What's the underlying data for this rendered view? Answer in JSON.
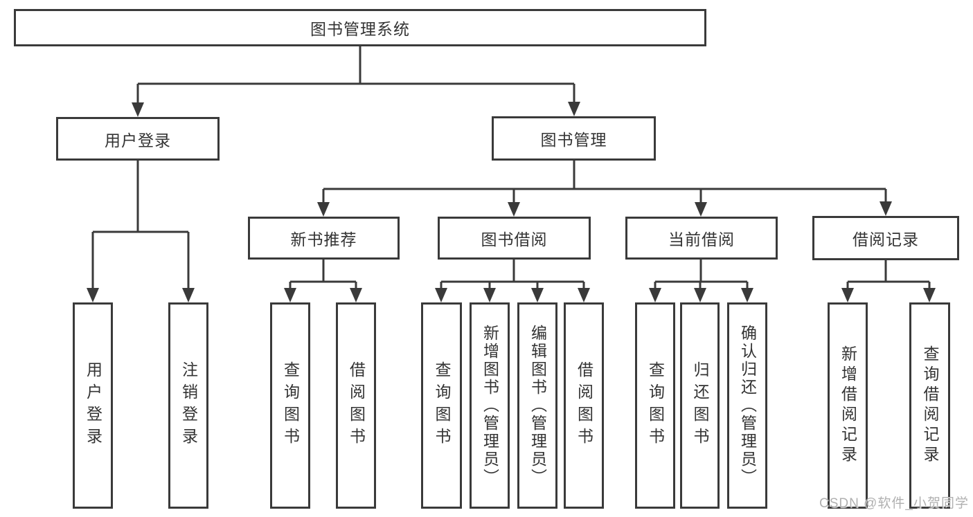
{
  "diagram": {
    "root": {
      "label": "图书管理系统"
    },
    "branches": [
      {
        "label": "用户登录",
        "children": [
          {
            "label": "用户登录"
          },
          {
            "label": "注销登录"
          }
        ]
      },
      {
        "label": "图书管理",
        "children": [
          {
            "label": "新书推荐",
            "children": [
              {
                "label": "查询图书"
              },
              {
                "label": "借阅图书"
              }
            ]
          },
          {
            "label": "图书借阅",
            "children": [
              {
                "label": "查询图书"
              },
              {
                "label": "新增图书（管理员）"
              },
              {
                "label": "编辑图书（管理员）"
              },
              {
                "label": "借阅图书"
              }
            ]
          },
          {
            "label": "当前借阅",
            "children": [
              {
                "label": "查询图书"
              },
              {
                "label": "归还图书"
              },
              {
                "label": "确认归还（管理员）"
              }
            ]
          },
          {
            "label": "借阅记录",
            "children": [
              {
                "label": "新增借阅记录"
              },
              {
                "label": "查询借阅记录"
              }
            ]
          }
        ]
      }
    ]
  },
  "watermark": {
    "text": "CSDN @软件_小贺同学"
  },
  "colors": {
    "line": "#3a3a3a",
    "box_border": "#3a3a3a",
    "text": "#333333",
    "background": "#ffffff",
    "watermark": "#b0b0b0"
  }
}
